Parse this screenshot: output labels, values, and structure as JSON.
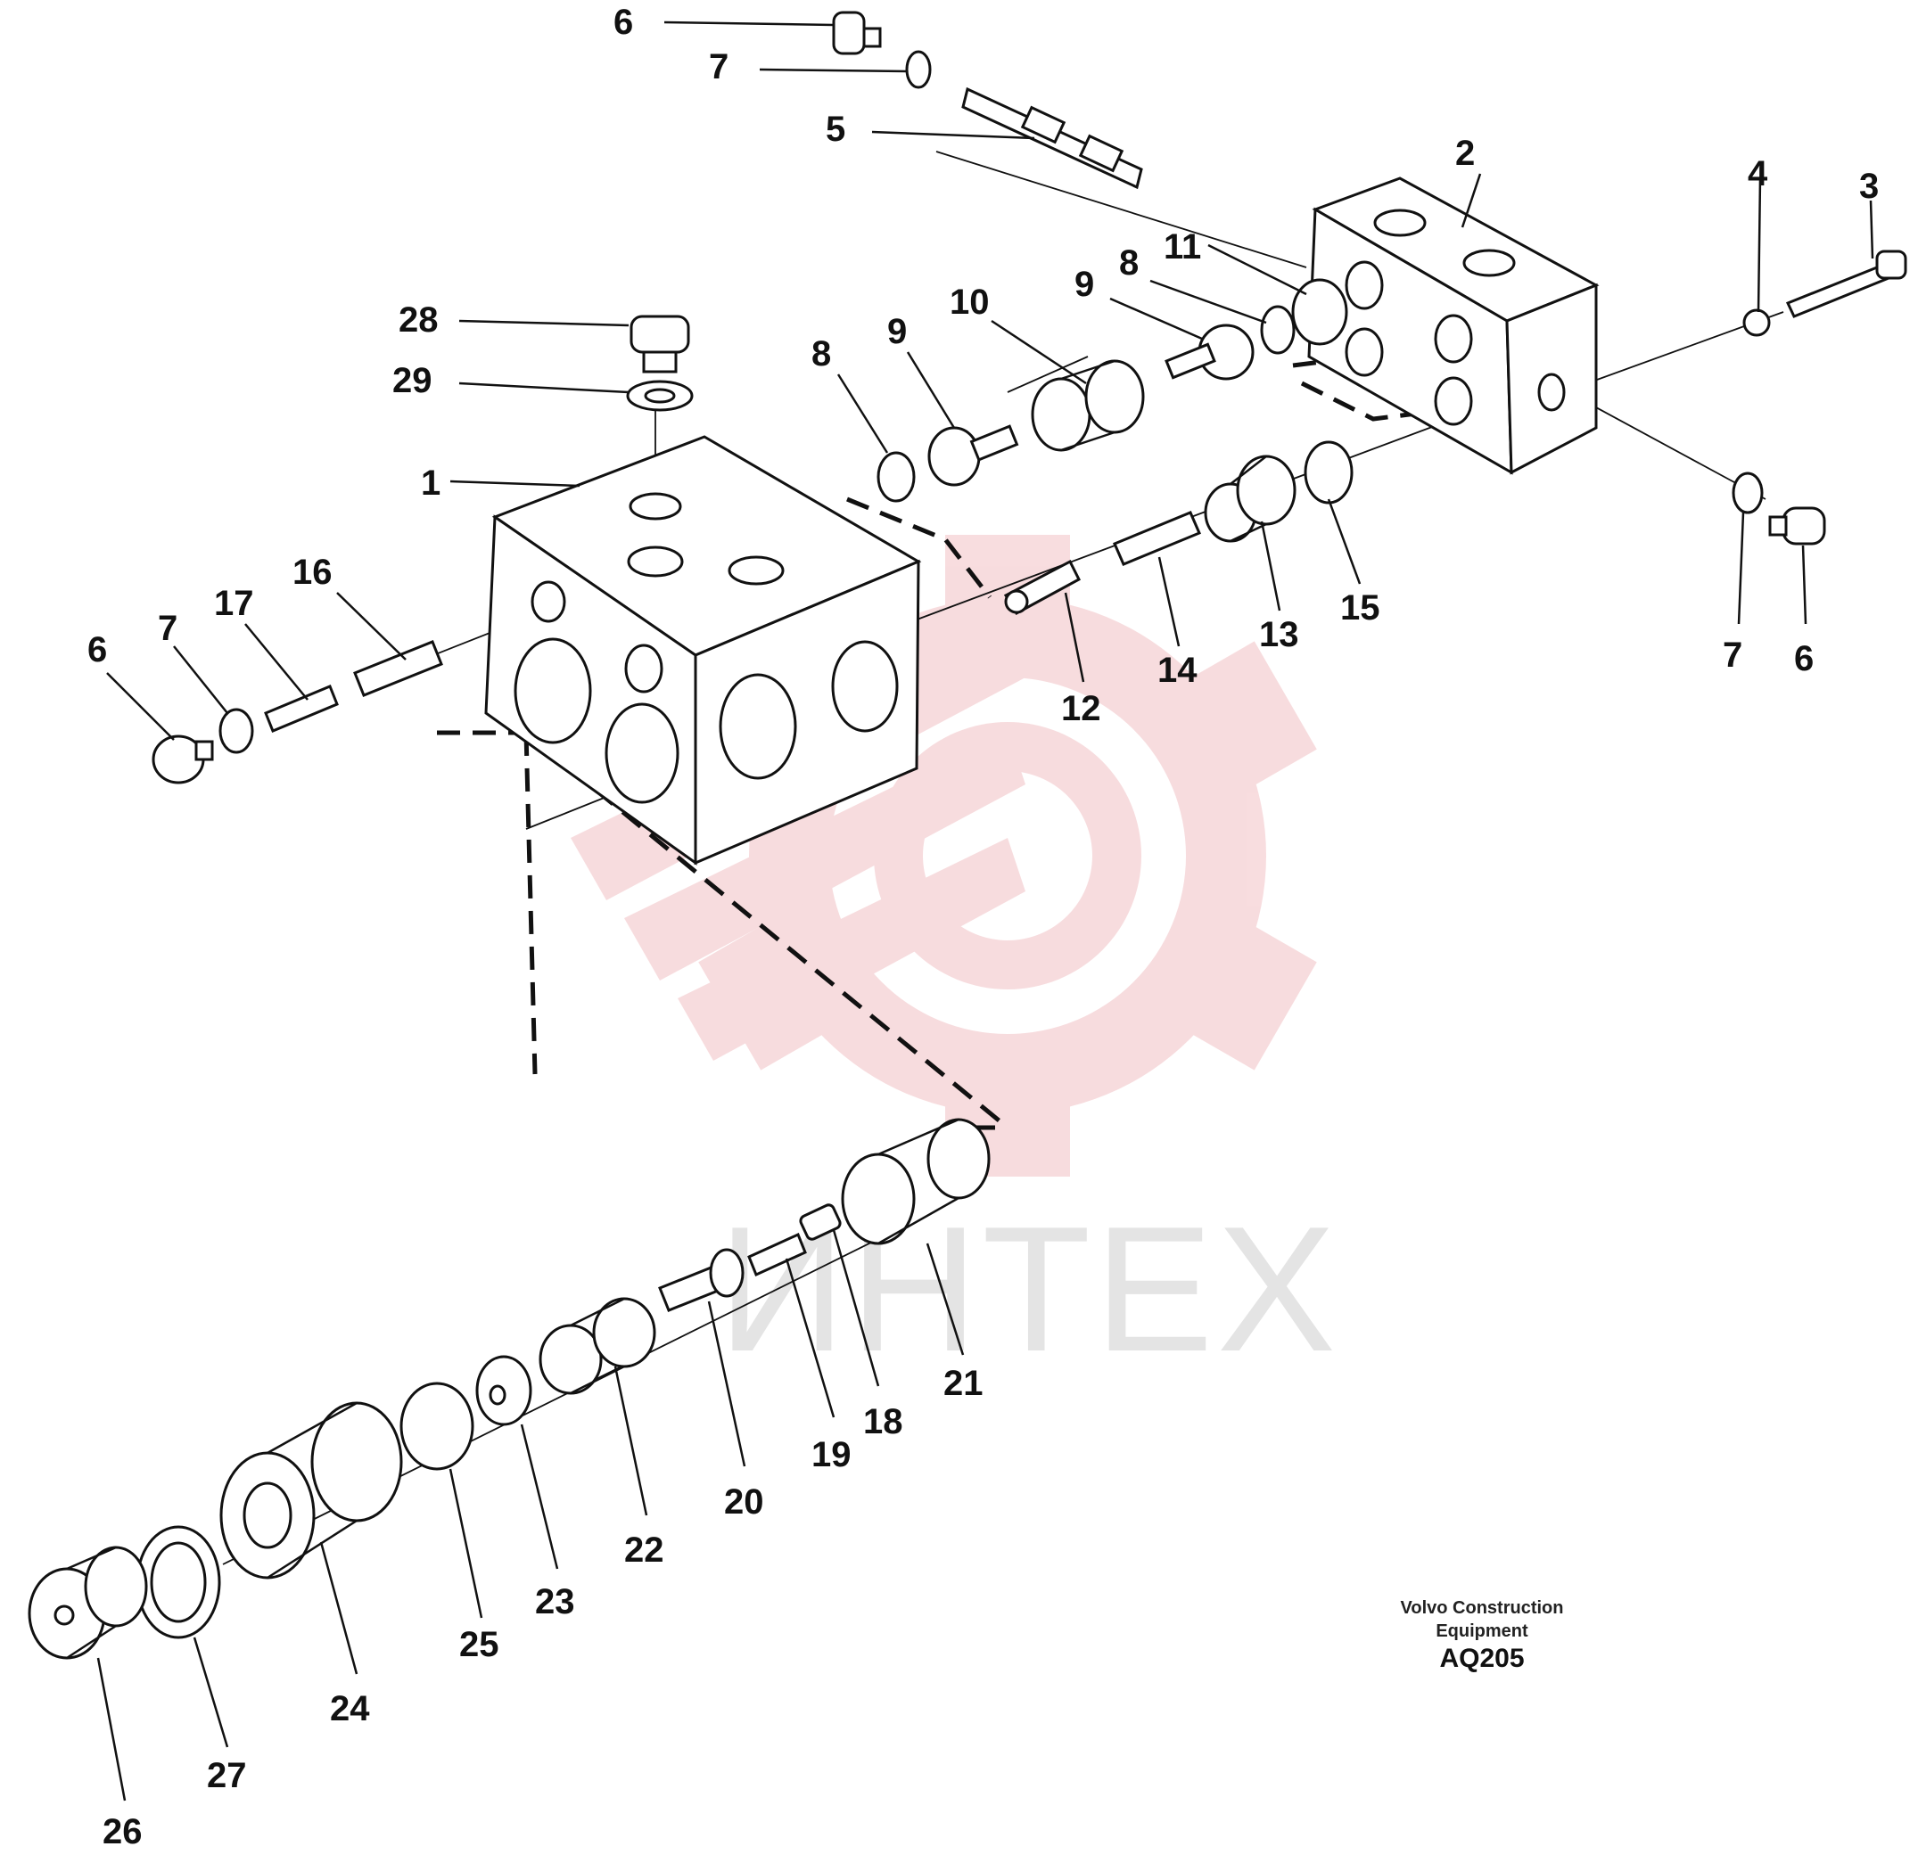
{
  "diagram": {
    "callouts": [
      "1",
      "2",
      "3",
      "4",
      "5",
      "6",
      "7",
      "8",
      "9",
      "10",
      "11",
      "12",
      "13",
      "14",
      "15",
      "16",
      "17",
      "18",
      "19",
      "20",
      "21",
      "22",
      "23",
      "24",
      "25",
      "26",
      "27",
      "28",
      "29"
    ],
    "caption_line1": "Volvo Construction",
    "caption_line2": "Equipment",
    "code": "AQ205",
    "watermark_text": "ИНТЕХ"
  },
  "colors": {
    "ink": "#111111",
    "watermark_gear": "#f7d9db",
    "watermark_text": "#e4e4e4"
  }
}
